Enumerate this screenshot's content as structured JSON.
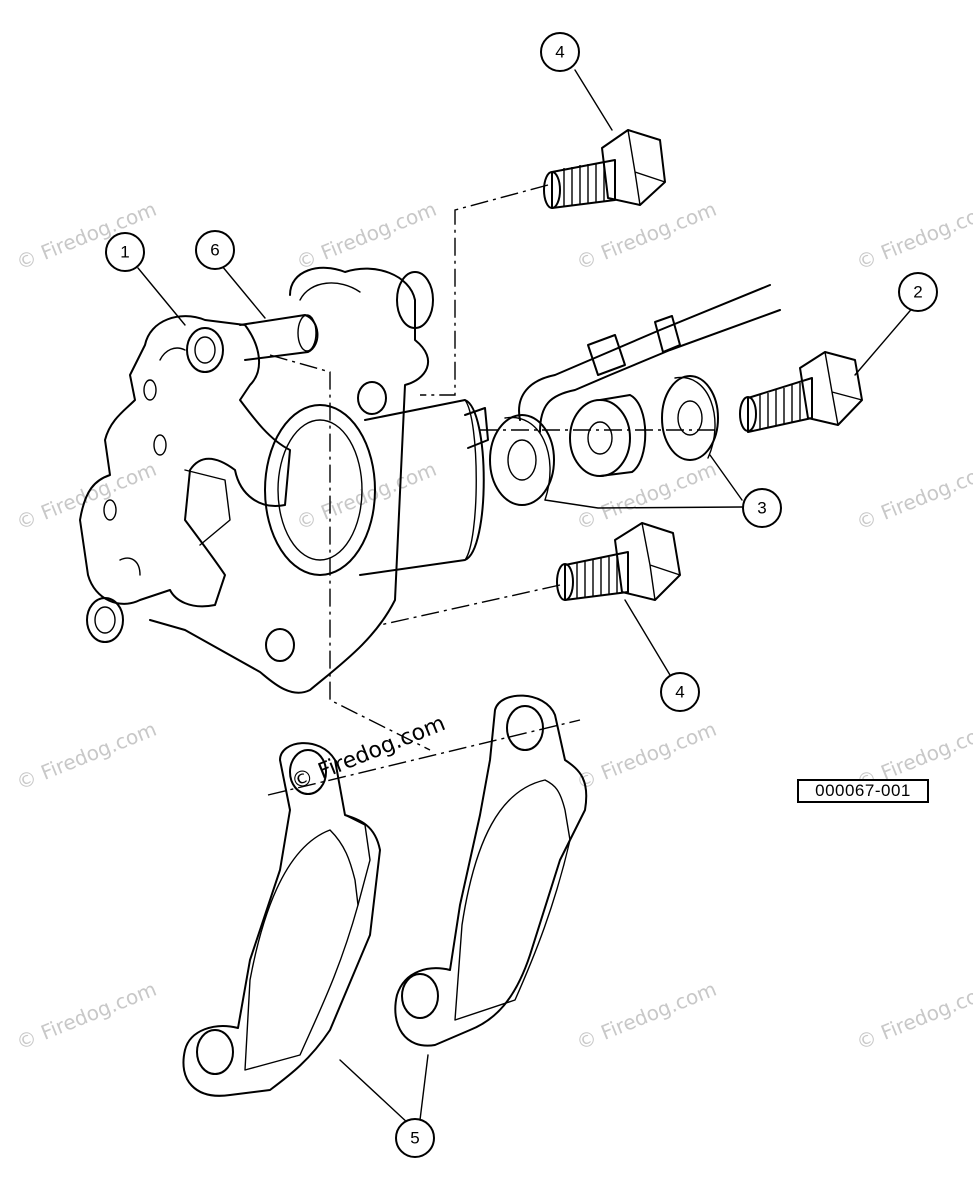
{
  "diagram": {
    "id_label": "000067-001",
    "watermark": "© Firedog.com",
    "callouts": [
      "1",
      "2",
      "3",
      "4",
      "4",
      "5",
      "6"
    ]
  },
  "icons": [
    "brake-caliper-icon",
    "bolt-icon",
    "washer-icon",
    "brake-pad-icon",
    "brake-line-icon"
  ]
}
